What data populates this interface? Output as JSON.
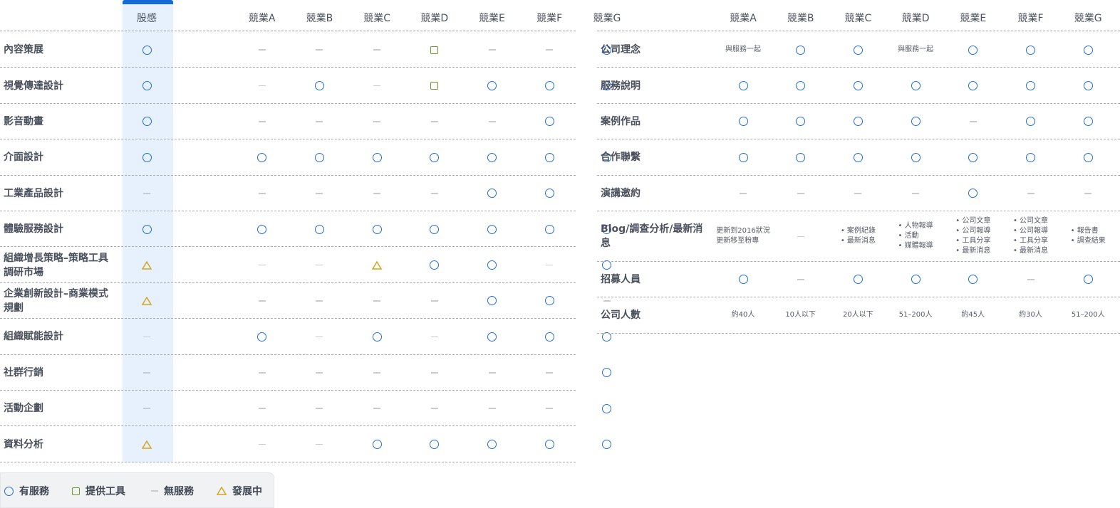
{
  "left": {
    "headers": [
      "股感",
      "競業A",
      "競業B",
      "競業C",
      "競業D",
      "競業E",
      "競業F",
      "競業G"
    ],
    "rows": [
      {
        "label": "內容策展",
        "cells": [
          "o",
          "-",
          "-",
          "-",
          "sq",
          "-",
          "-",
          "o"
        ]
      },
      {
        "label": "視覺傳達設計",
        "cells": [
          "o",
          "-",
          "o",
          "-",
          "sq",
          "o",
          "o",
          "o"
        ]
      },
      {
        "label": "影音動畫",
        "cells": [
          "o",
          "-",
          "-",
          "-",
          "-",
          "-",
          "o",
          "-"
        ]
      },
      {
        "label": "介面設計",
        "cells": [
          "o",
          "o",
          "o",
          "o",
          "o",
          "o",
          "o",
          "o"
        ]
      },
      {
        "label": "工業產品設計",
        "cells": [
          "-",
          "-",
          "-",
          "-",
          "-",
          "o",
          "o",
          "-"
        ]
      },
      {
        "label": "體驗服務設計",
        "cells": [
          "o",
          "o",
          "o",
          "o",
          "o",
          "o",
          "o",
          "o"
        ]
      },
      {
        "label": "組織增長策略–策略工具調研市場",
        "cells": [
          "tri",
          "-",
          "-",
          "tri",
          "o",
          "o",
          "-",
          "o"
        ]
      },
      {
        "label": "企業創新設計–商業模式規劃",
        "cells": [
          "tri",
          "-",
          "-",
          "-",
          "-",
          "o",
          "o",
          "-"
        ]
      },
      {
        "label": "組織賦能設計",
        "cells": [
          "-",
          "o",
          "-",
          "o",
          "-",
          "o",
          "o",
          "o"
        ]
      },
      {
        "label": "社群行銷",
        "cells": [
          "-",
          "-",
          "-",
          "-",
          "-",
          "-",
          "-",
          "o"
        ]
      },
      {
        "label": "活動企劃",
        "cells": [
          "-",
          "-",
          "-",
          "-",
          "-",
          "-",
          "-",
          "o"
        ]
      },
      {
        "label": "資料分析",
        "cells": [
          "tri",
          "-",
          "-",
          "o",
          "o",
          "o",
          "o",
          "o"
        ]
      }
    ]
  },
  "right": {
    "headers": [
      "競業A",
      "競業B",
      "競業C",
      "競業D",
      "競業E",
      "競業F",
      "競業G"
    ],
    "rows": [
      {
        "label": "公司理念",
        "cells": [
          {
            "t": "與服務一起"
          },
          "o",
          "o",
          {
            "t": "與服務一起"
          },
          "o",
          "o",
          "o"
        ]
      },
      {
        "label": "服務說明",
        "cells": [
          "o",
          "o",
          "o",
          "o",
          "o",
          "o",
          "o"
        ]
      },
      {
        "label": "案例作品",
        "cells": [
          "o",
          "o",
          "o",
          "o",
          "-",
          "o",
          "o"
        ]
      },
      {
        "label": "合作聯繫",
        "cells": [
          "o",
          "o",
          "o",
          "o",
          "o",
          "o",
          "o"
        ]
      },
      {
        "label": "演講邀約",
        "cells": [
          "-",
          "-",
          "-",
          "-",
          "o",
          "-",
          "-"
        ]
      },
      {
        "label": "Blog/調查分析/最新消息",
        "cells": [
          {
            "t": "更新到2016狀況\n更新移至粉專"
          },
          "-",
          {
            "b": [
              "案例紀錄",
              "最新消息"
            ]
          },
          {
            "b": [
              "人物報導",
              "活動",
              "媒體報導"
            ]
          },
          {
            "b": [
              "公司文章",
              "公司報導",
              "工具分享",
              "最新消息"
            ]
          },
          {
            "b": [
              "公司文章",
              "公司報導",
              "工具分享",
              "最新消息"
            ]
          },
          {
            "b": [
              "報告書",
              "調查結果"
            ]
          }
        ]
      },
      {
        "label": "招募人員",
        "cells": [
          "o",
          "-",
          "o",
          "o",
          "o",
          "-",
          "o"
        ]
      },
      {
        "label": "公司人數",
        "cells": [
          {
            "t": "約40人"
          },
          {
            "t": "10人以下"
          },
          {
            "t": "20人以下"
          },
          {
            "t": "51–200人"
          },
          {
            "t": "約45人"
          },
          {
            "t": "約30人"
          },
          {
            "t": "51–200人"
          }
        ]
      }
    ]
  },
  "legend": {
    "has_service": "有服務",
    "provides_tool": "提供工具",
    "no_service": "無服務",
    "developing": "發展中"
  },
  "colors": {
    "accent": "#1769d5",
    "circle": "#1f6fd8",
    "square": "#6d9a27",
    "triangle": "#d4a51c",
    "highlight": "#e6f1fd"
  }
}
